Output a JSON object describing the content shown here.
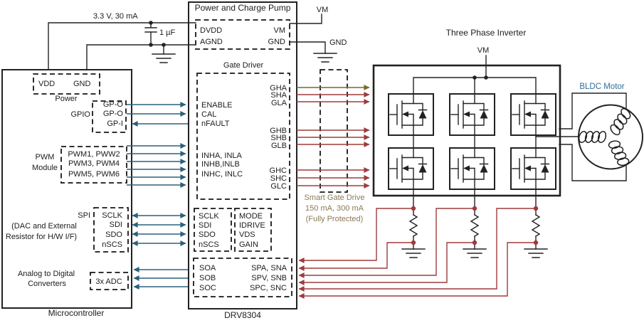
{
  "colors": {
    "signal_blue": "#2A607C",
    "gate_red": "#9E3B3B",
    "gate_olive": "#7B682A",
    "note_tan": "#8C7A55",
    "motor_blue": "#2D6F99"
  },
  "top": {
    "rail_label": "3.3 V, 30 mA",
    "cap_label": "1 µF"
  },
  "mcu": {
    "label": "Microcontroller",
    "power": {
      "pin_left": "VDD",
      "pin_right": "GND",
      "label": "Power"
    },
    "gpio": {
      "label": "GPIO",
      "pins": [
        "GP-O",
        "GP-O",
        "GP-I"
      ]
    },
    "pwm": {
      "label_line1": "PWM",
      "label_line2": "Module",
      "rows": [
        "PWM1, PWW2",
        "PWM3, PWM4",
        "PWM5, PWM6"
      ]
    },
    "spi": {
      "label_line1": "SPI",
      "label_line2": "(DAC and External",
      "label_line3": "Resistor for H/W I/F)",
      "pins": [
        "SCLK",
        "SDI",
        "SDO",
        "nSCS"
      ]
    },
    "adc": {
      "label_line1": "Analog to Digital",
      "label_line2": "Converters",
      "value": "3x ADC"
    }
  },
  "drv": {
    "label": "DRV8304",
    "power_title": "Power and Charge Pump",
    "power_pins_left": [
      "DVDD",
      "AGND"
    ],
    "power_pins_right": [
      "VM",
      "GND"
    ],
    "ext_vm": "VM",
    "ext_gnd": "GND",
    "gate_title": "Gate Driver",
    "gate_left": [
      "ENABLE",
      "CAL",
      "nFAULT",
      "INHA, INLA",
      "INHB,INLB",
      "INHC, INLC"
    ],
    "gate_right": [
      "GHA",
      "SHA",
      "GLA",
      "GHB",
      "SHB",
      "GLB",
      "GHC",
      "SHC",
      "GLC"
    ],
    "spi_pins": [
      "SCLK",
      "SDI",
      "SDO",
      "nSCS"
    ],
    "cfg_pins": [
      "MODE",
      "IDRIVE",
      "VDS",
      "GAIN"
    ],
    "sense_left": [
      "SOA",
      "SOB",
      "SOC"
    ],
    "sense_right": [
      "SPA, SNA",
      "SPV, SNB",
      "SPC, SNC"
    ]
  },
  "inverter": {
    "title": "Three Phase Inverter",
    "vm_label": "VM"
  },
  "note": {
    "line1": "Smart Gate Drive",
    "line2": "150 mA, 300 mA",
    "line3": "(Fully Protected)"
  },
  "motor": {
    "label": "BLDC Motor"
  }
}
